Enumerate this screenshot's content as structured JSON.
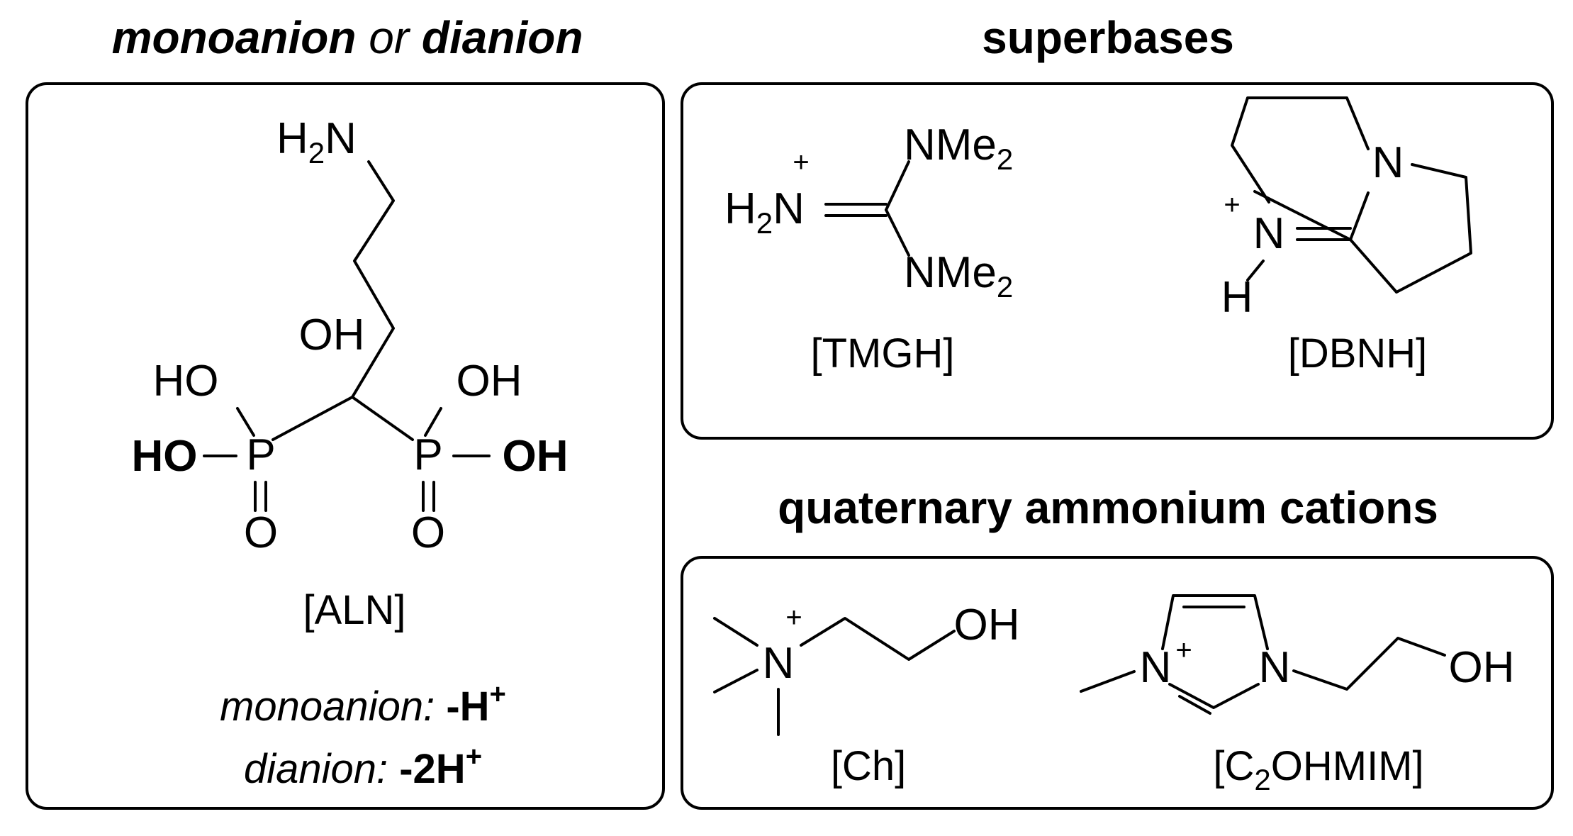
{
  "headings": {
    "left_a": "monoanion",
    "left_or": " or ",
    "left_b": "dianion",
    "superbases": "superbases",
    "quaternary": "quaternary ammonium cations"
  },
  "compounds": {
    "aln": {
      "label": "[ALN]",
      "nh2_H": "H",
      "nh2_2": "2",
      "nh2_N": "N",
      "oh_top": "OH",
      "ho_left": "HO",
      "oh_right": "OH",
      "ho_bold": "HO",
      "oh_bold": "OH",
      "p": "P",
      "o": "O"
    },
    "tmgh": {
      "label": "[TMGH]",
      "h": "H",
      "two": "2",
      "n": "N",
      "plus": "+",
      "nme": "NMe",
      "me_sub": "2"
    },
    "dbnh": {
      "label": "[DBNH]",
      "n": "N",
      "h": "H",
      "plus": "+"
    },
    "ch": {
      "label": "[Ch]",
      "n": "N",
      "plus": "+",
      "oh": "OH"
    },
    "c2ohmim": {
      "label_open": "[C",
      "label_sub": "2",
      "label_close": "OHMIM]",
      "n": "N",
      "plus": "+",
      "oh": "OH"
    }
  },
  "notes": {
    "mono_label": "monoanion:",
    "mono_value": "-H",
    "mono_sup": "+",
    "di_label": "dianion:",
    "di_value": "-2H",
    "di_sup": "+"
  }
}
